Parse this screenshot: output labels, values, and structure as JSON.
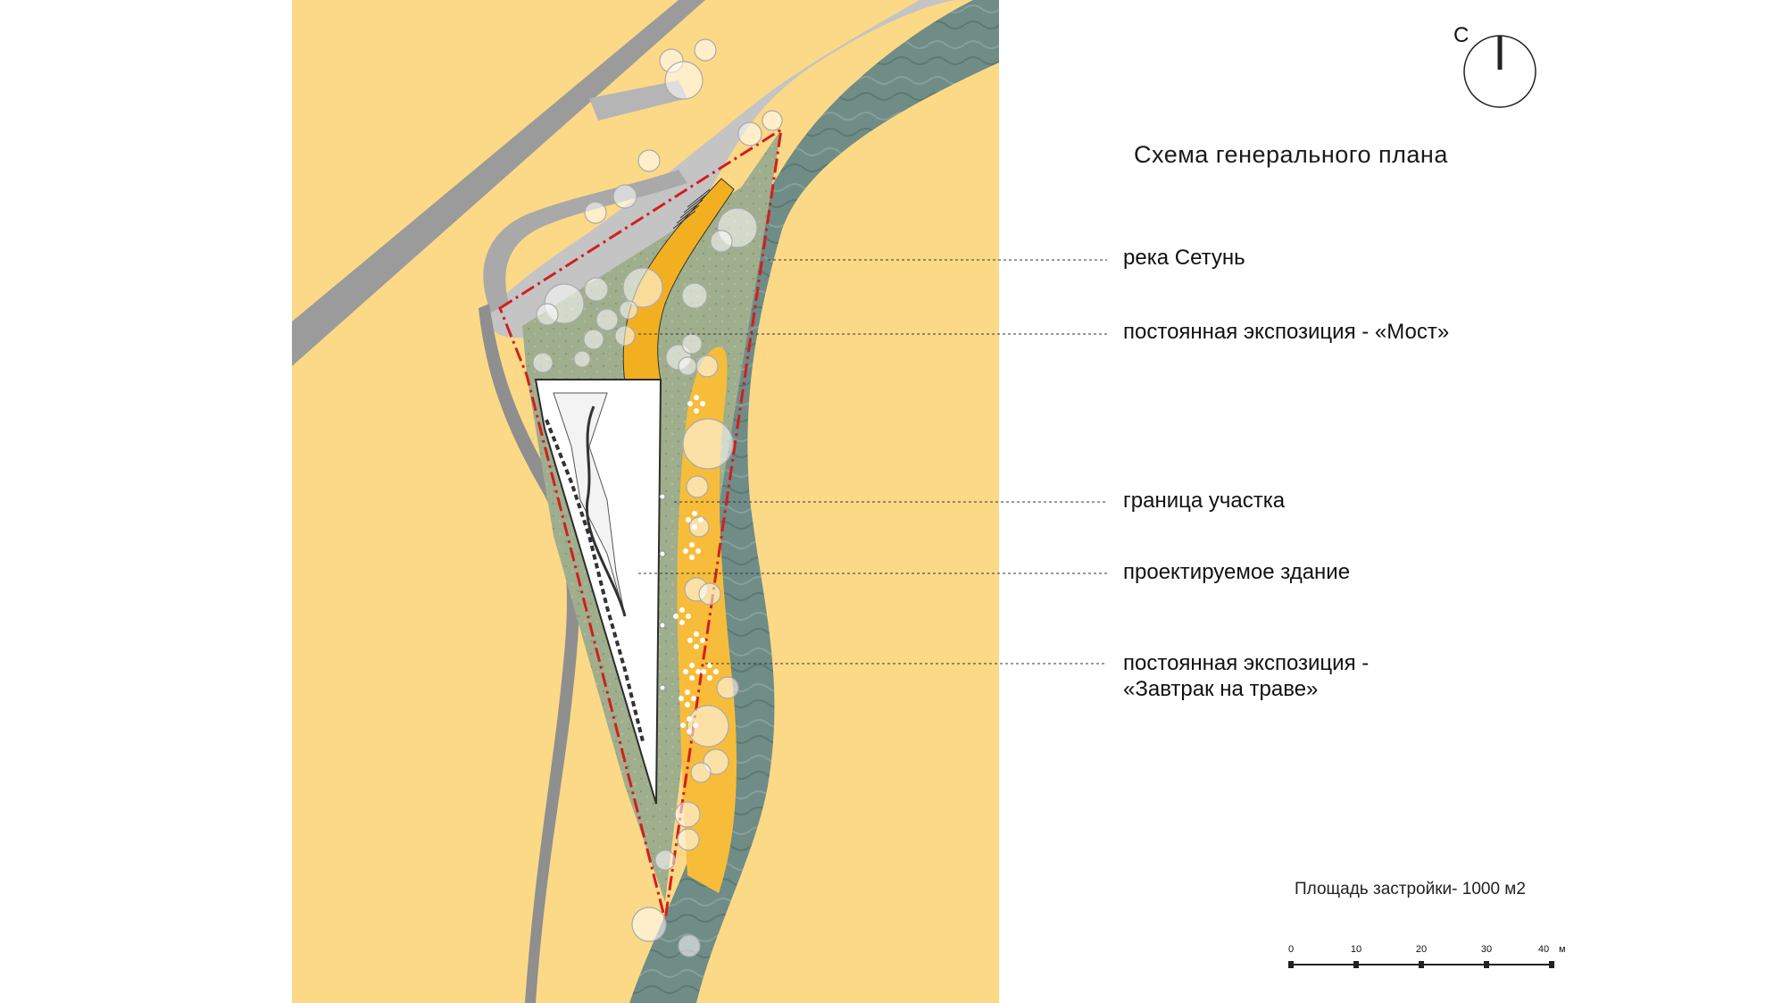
{
  "title": "Схема генерального плана",
  "north": {
    "letter": "С"
  },
  "legend": [
    {
      "id": "river",
      "lines": [
        "река Сетунь"
      ]
    },
    {
      "id": "bridge",
      "lines": [
        "постоянная экспозиция -  «Мост»"
      ]
    },
    {
      "id": "boundary",
      "lines": [
        "граница участка"
      ]
    },
    {
      "id": "building",
      "lines": [
        "проектируемое здание"
      ]
    },
    {
      "id": "picnic",
      "lines": [
        "постоянная экспозиция -",
        "«Завтрак на траве»"
      ]
    }
  ],
  "area_note": "Площадь застройки- 1000 м2",
  "scale": {
    "ticks": [
      "0",
      "10",
      "20",
      "30",
      "40"
    ],
    "unit": "м"
  },
  "colors": {
    "ground": "#fcd987",
    "road": "#9a9a9a",
    "road_light": "#c8c8c8",
    "river": "#6e8a86",
    "grass": "#9aa98a",
    "boundary": "#d41e1e",
    "bridge": "#f2b020",
    "picnic_zone": "#f7bd3a",
    "building": "#ffffff"
  }
}
